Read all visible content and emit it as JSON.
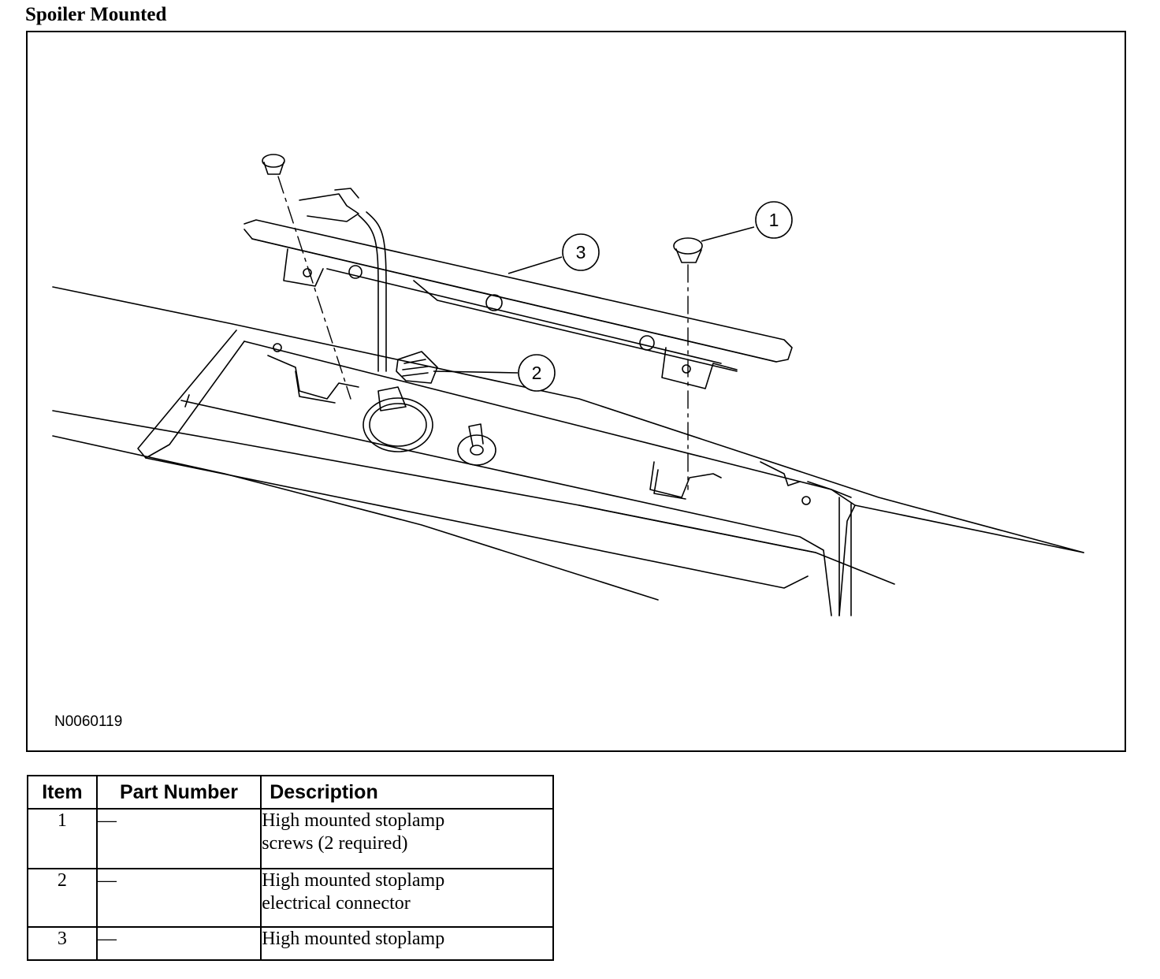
{
  "page": {
    "title": "Spoiler Mounted"
  },
  "figure": {
    "id": "N0060119",
    "callouts": [
      "1",
      "2",
      "3"
    ]
  },
  "table": {
    "headers": [
      "Item",
      "Part Number",
      "Description"
    ],
    "rows": [
      {
        "item": "1",
        "part_number": "—",
        "description": "High mounted stoplamp screws (2 required)",
        "lines": [
          "High mounted stoplamp",
          "screws (2 required)"
        ]
      },
      {
        "item": "2",
        "part_number": "—",
        "description": "High mounted stoplamp electrical connector",
        "lines": [
          "High mounted stoplamp",
          "electrical connector"
        ]
      },
      {
        "item": "3",
        "part_number": "—",
        "description": "High mounted stoplamp",
        "lines": [
          "High mounted stoplamp"
        ]
      }
    ]
  }
}
